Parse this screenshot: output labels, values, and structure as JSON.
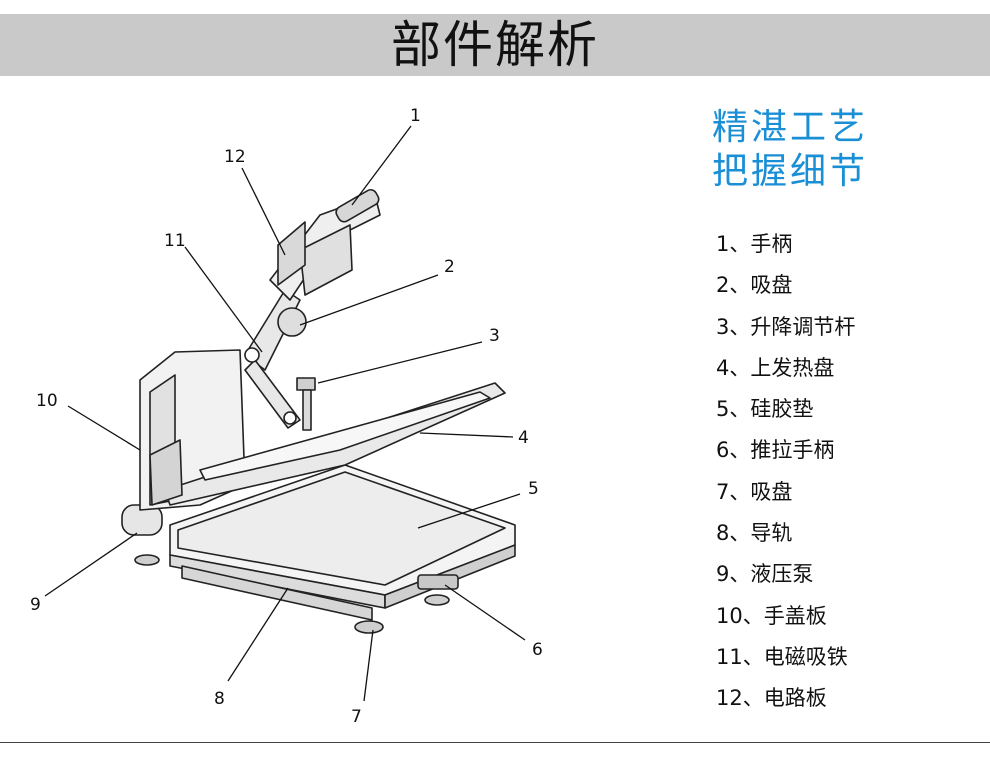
{
  "title": "部件解析",
  "tagline": {
    "line1": "精湛工艺",
    "line2": "把握细节"
  },
  "parts": [
    "1、手柄",
    "2、吸盘",
    "3、升降调节杆",
    "4、上发热盘",
    "5、硅胶垫",
    "6、推拉手柄",
    "7、吸盘",
    "8、导轨",
    "9、液压泵",
    "10、手盖板",
    "11、电磁吸铁",
    "12、电路板"
  ],
  "callouts": [
    "1",
    "2",
    "3",
    "4",
    "5",
    "6",
    "7",
    "8",
    "9",
    "10",
    "11",
    "12"
  ],
  "colors": {
    "accent": "#1a8fd6",
    "title_bar": "#c9c9c9"
  },
  "icons": [
    "heat-press-machine-illustration"
  ]
}
